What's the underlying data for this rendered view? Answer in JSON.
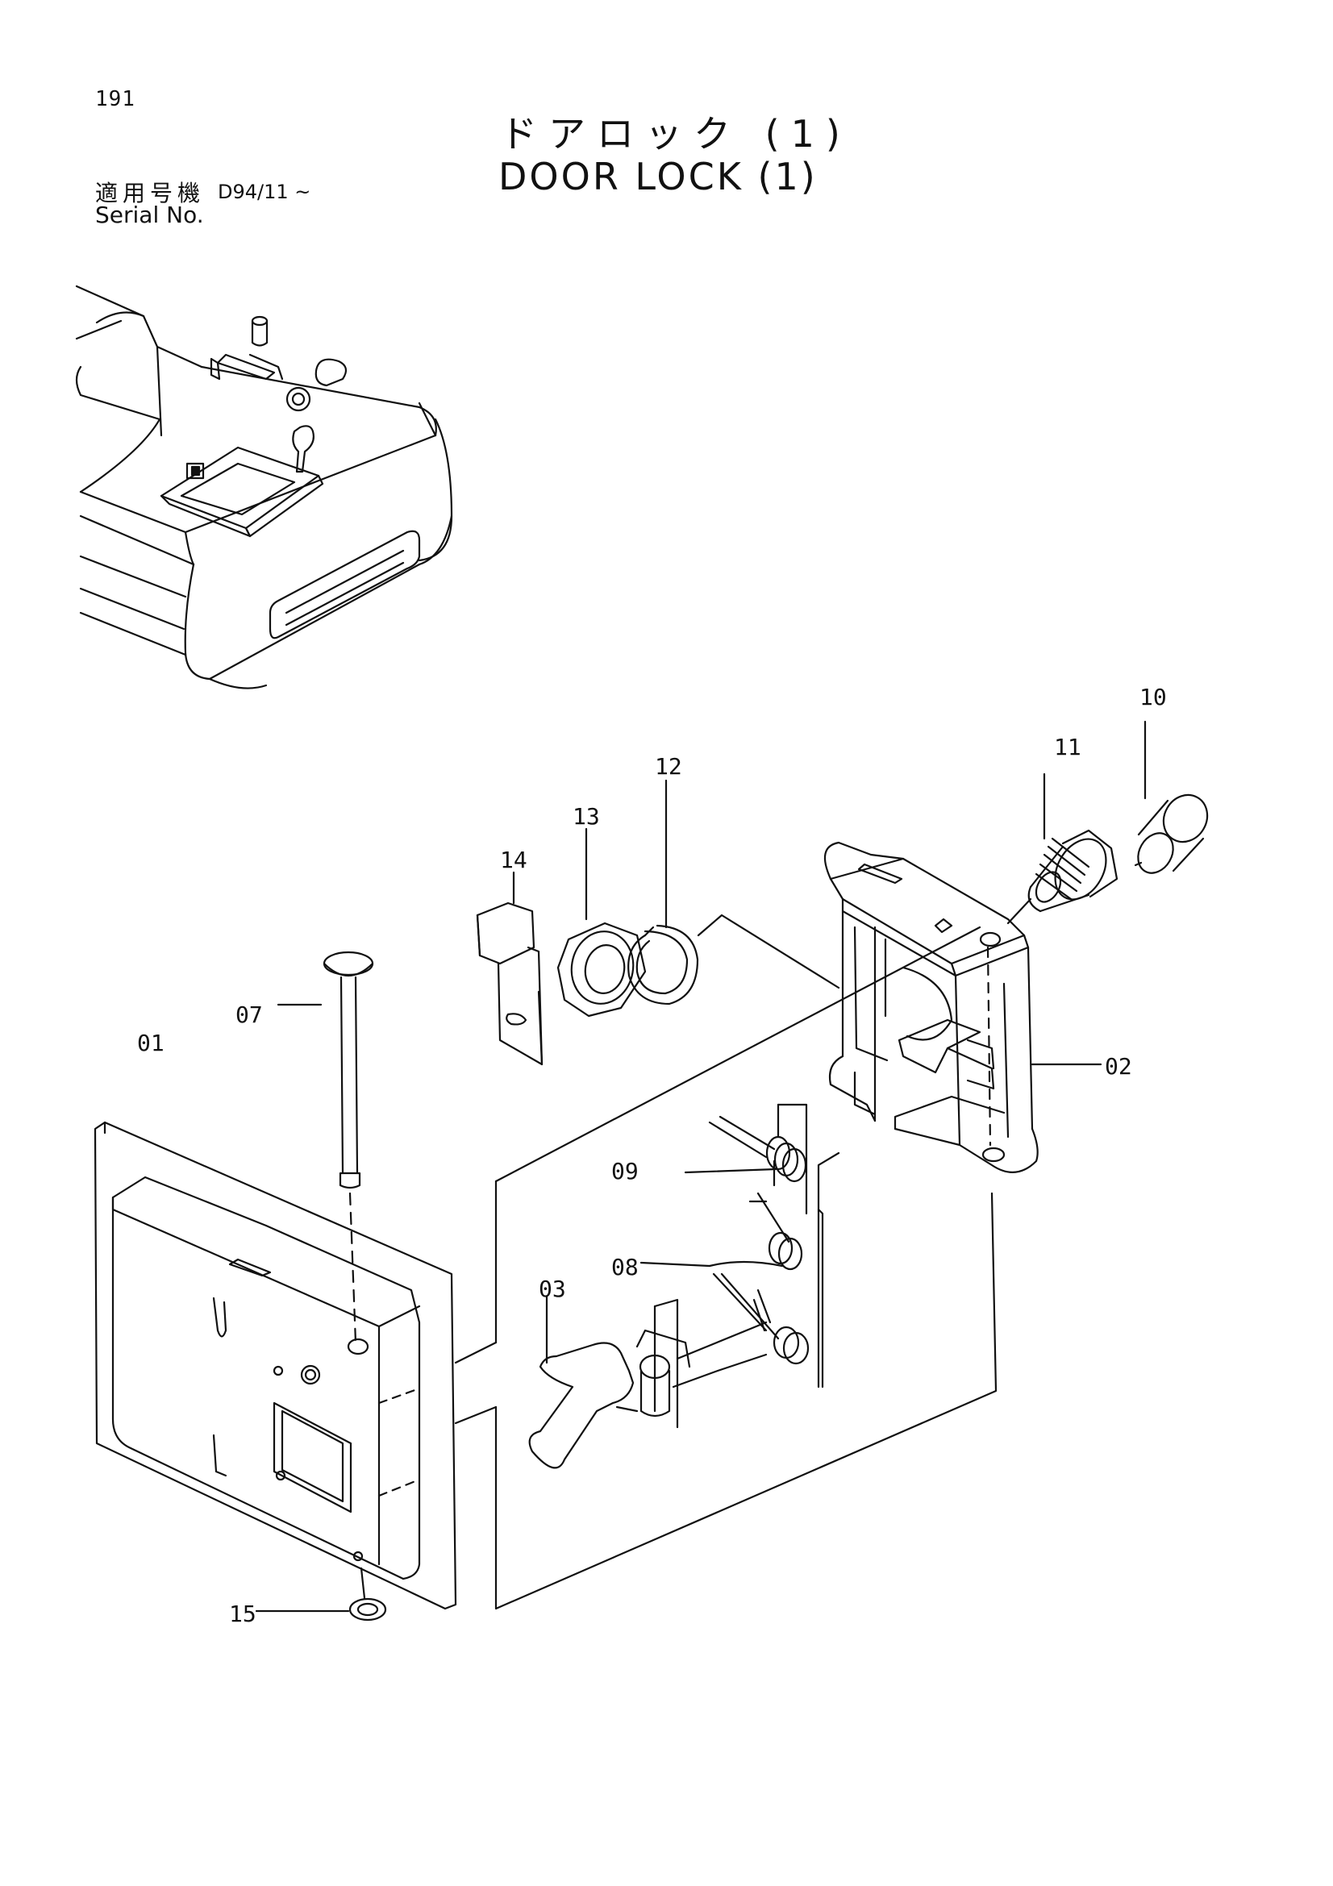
{
  "header": {
    "page_number": "191",
    "title_jp": "ドアロック (1)",
    "title_en": "DOOR LOCK (1)",
    "serial_label_jp": "適用号機",
    "serial_label_en": "Serial No.",
    "serial_value": "D94/11 ~"
  },
  "callouts": [
    {
      "id": "c01",
      "label": "01"
    },
    {
      "id": "c02",
      "label": "02"
    },
    {
      "id": "c03",
      "label": "03"
    },
    {
      "id": "c07",
      "label": "07"
    },
    {
      "id": "c08",
      "label": "08"
    },
    {
      "id": "c09",
      "label": "09"
    },
    {
      "id": "c10",
      "label": "10"
    },
    {
      "id": "c11",
      "label": "11"
    },
    {
      "id": "c12",
      "label": "12"
    },
    {
      "id": "c13",
      "label": "13"
    },
    {
      "id": "c14",
      "label": "14"
    },
    {
      "id": "c15",
      "label": "15"
    }
  ],
  "colors": {
    "ink": "#111111",
    "paper": "#ffffff"
  }
}
